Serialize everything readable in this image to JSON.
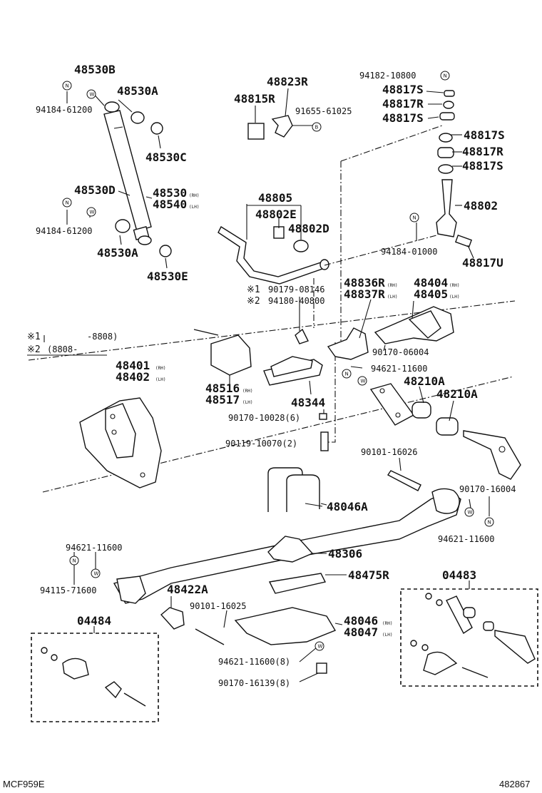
{
  "labels": {
    "l48530B": "48530B",
    "l94184_61200_top": "94184-61200",
    "l48530A_top": "48530A",
    "l48530C": "48530C",
    "l48530D": "48530D",
    "l48530": "48530",
    "l48530_suffix": "(RH)",
    "l48540": "48540",
    "l48540_suffix": "(LH)",
    "l94184_61200_mid": "94184-61200",
    "l48530A_bot": "48530A",
    "l48530E": "48530E",
    "l48823R": "48823R",
    "l48815R": "48815R",
    "l91655_61025": "91655-61025",
    "l94182_10800": "94182-10800",
    "l48817S_1": "48817S",
    "l48817R_1": "48817R",
    "l48817S_2": "48817S",
    "l48817S_3": "48817S",
    "l48817R_2": "48817R",
    "l48817S_4": "48817S",
    "l48805": "48805",
    "l48802E": "48802E",
    "l48802D": "48802D",
    "l48802": "48802",
    "l94184_01000": "94184-01000",
    "l48817U": "48817U",
    "l90179_08146": "90179-08146",
    "l94180_40800": "94180-40800",
    "mark1": "※1",
    "mark2": "※2",
    "l48836R": "48836R",
    "l48836R_suffix": "(RH)",
    "l48837R": "48837R",
    "l48837R_suffix": "(LH)",
    "l48404": "48404",
    "l48404_suffix": "(RH)",
    "l48405": "48405",
    "l48405_suffix": "(LH)",
    "legend1_mark": "※1",
    "legend1_text": "-8808)",
    "legend2_mark": "※2",
    "legend2_text": "(8808-",
    "l90170_06004": "90170-06004",
    "l48401": "48401",
    "l48401_suffix": "(RH)",
    "l48402": "48402",
    "l48402_suffix": "(LH)",
    "l94621_11600_a": "94621-11600",
    "l48210A_1": "48210A",
    "l48210A_2": "48210A",
    "l48516": "48516",
    "l48516_suffix": "(RH)",
    "l48517": "48517",
    "l48517_suffix": "(LH)",
    "l48344": "48344",
    "l90170_10028": "90170-10028(6)",
    "l90119_10070": "90119-10070(2)",
    "l90101_16026": "90101-16026",
    "l90170_16004": "90170-16004",
    "l48046A": "48046A",
    "l94621_11600_b": "94621-11600",
    "l94621_11600_c": "94621-11600",
    "l48306": "48306",
    "l04483": "04483",
    "l48475R": "48475R",
    "l94115_71600": "94115-71600",
    "l48422A": "48422A",
    "l90101_16025": "90101-16025",
    "l04484": "04484",
    "l48046": "48046",
    "l48046_suffix": "(RH)",
    "l48047": "48047",
    "l48047_suffix": "(LH)",
    "l94621_11600_8": "94621-11600(8)",
    "l90170_16139_8": "90170-16139(8)",
    "sym_nut": "N",
    "sym_washer": "W",
    "sym_bolt": "B"
  },
  "footer": {
    "left_code": "MCF959E",
    "right_code": "482867"
  }
}
